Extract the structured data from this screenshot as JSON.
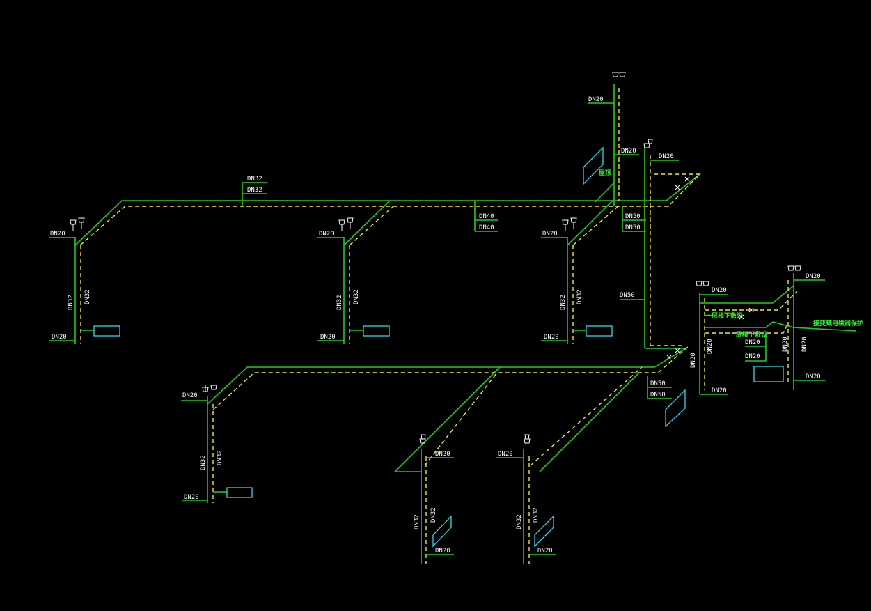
{
  "colors": {
    "supply": "#22cc22",
    "return": "#e8e84a",
    "equipment": "#33d6e6",
    "text": "#ffffff",
    "note": "#33ee33",
    "background": "#000000"
  },
  "labels": {
    "dn20": "DN20",
    "dn32": "DN32",
    "dn40": "DN40",
    "dn50": "DN50",
    "note_roof": "屋顶",
    "note_below_1": "一层楼下敷设",
    "note_below_2": "一层楼下敷设",
    "note_right": "接变频电磁阀保护"
  }
}
